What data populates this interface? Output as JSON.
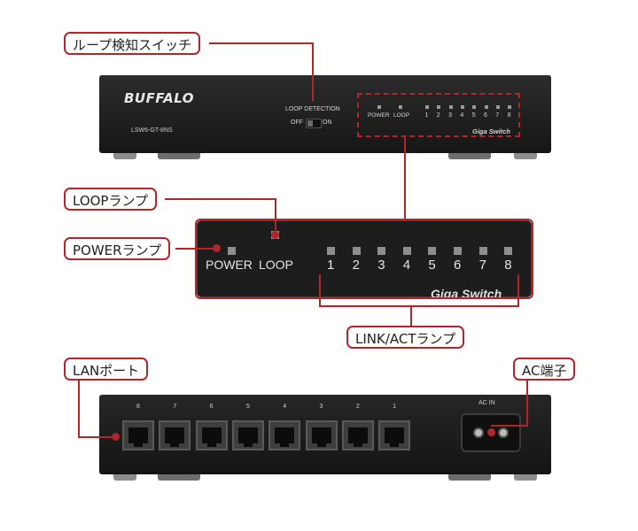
{
  "callouts": {
    "loop_detect": "ループ検知スイッチ",
    "loop_lamp": "LOOPランプ",
    "power_lamp": "POWERランプ",
    "link_act": "LINK/ACTランプ",
    "lan_port": "LANポート",
    "ac_port": "AC端子"
  },
  "front": {
    "brand": "BUFFALO",
    "model": "LSW6-GT-8NS",
    "loop_detection": "LOOP DETECTION",
    "off": "OFF",
    "on": "ON",
    "power": "POWER",
    "loop": "LOOP",
    "ports": [
      "1",
      "2",
      "3",
      "4",
      "5",
      "6",
      "7",
      "8"
    ],
    "giga": "Giga Switch"
  },
  "zoom": {
    "power": "POWER",
    "loop": "LOOP",
    "ports": [
      "1",
      "2",
      "3",
      "4",
      "5",
      "6",
      "7",
      "8"
    ],
    "giga": "Giga Switch"
  },
  "rear": {
    "port_numbers": [
      "8",
      "7",
      "6",
      "5",
      "4",
      "3",
      "2",
      "1"
    ],
    "ac_in": "AC IN"
  },
  "colors": {
    "accent": "#b0262b",
    "device": "#1d1d1d"
  }
}
